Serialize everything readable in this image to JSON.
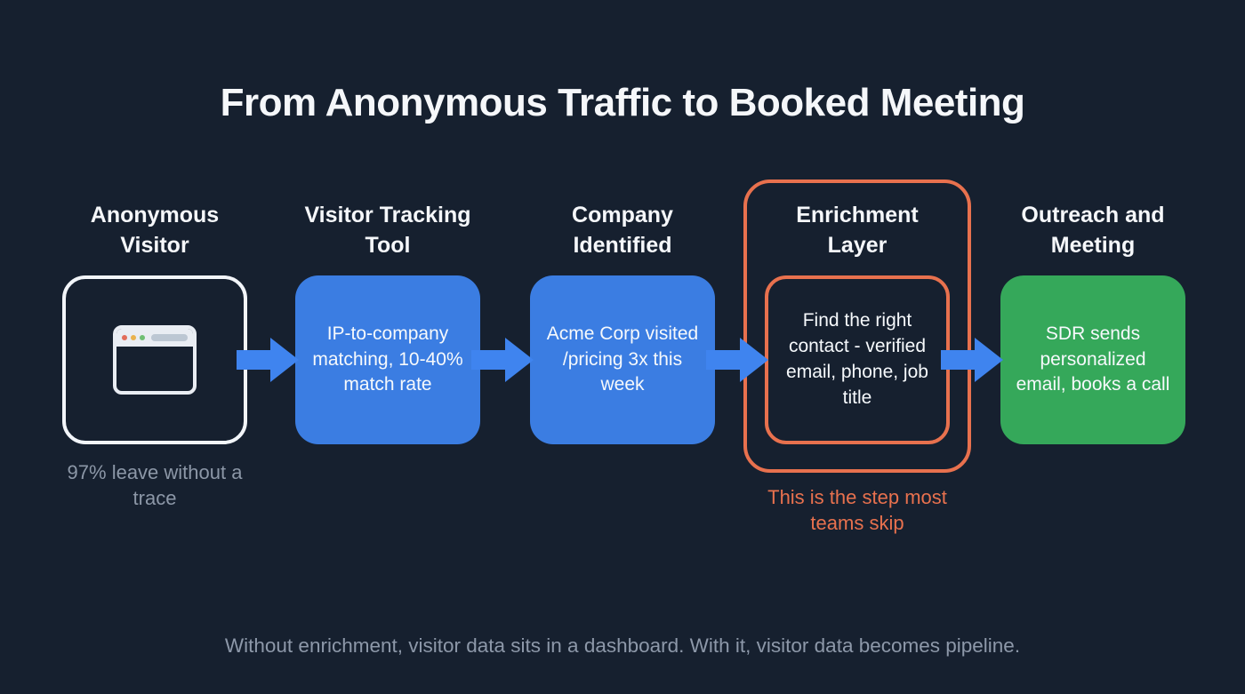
{
  "title": "From Anonymous Traffic to Booked Meeting",
  "caption": "Without enrichment, visitor data sits in a dashboard. With it, visitor data becomes pipeline.",
  "stages": [
    {
      "label": "Anonymous Visitor",
      "icon": "browser-window-icon",
      "note": "97% leave without a trace"
    },
    {
      "label": "Visitor Tracking Tool",
      "body": "IP-to-company matching, 10-40% match rate"
    },
    {
      "label": "Company Identified",
      "body": "Acme Corp visited /pricing 3x this week"
    },
    {
      "label": "Enrichment Layer",
      "body": "Find the right contact - verified email, phone, job title",
      "note": "This is the step most teams skip",
      "highlighted": true
    },
    {
      "label": "Outreach and Meeting",
      "body": "SDR sends personalized email, books a call"
    }
  ],
  "colors": {
    "background": "#16202f",
    "accent_blue": "#3b7de2",
    "accent_green": "#35a85a",
    "highlight_orange": "#e8714e",
    "muted_text": "#8c97a7",
    "text": "#f5f7fa"
  },
  "icons": [
    "browser-window-icon",
    "arrow-right-icon"
  ]
}
